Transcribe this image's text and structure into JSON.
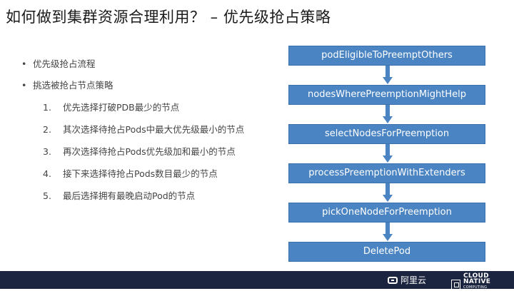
{
  "title": "如何做到集群资源合理利用？ – 优先级抢占策略",
  "bullets": [
    {
      "text": "优先级抢占流程"
    },
    {
      "text": "挑选被抢占节点策略"
    }
  ],
  "strategies": [
    {
      "num": "1.",
      "text": "优先选择打破PDB最少的节点"
    },
    {
      "num": "2.",
      "text": "其次选择待抢占Pods中最大优先级最小的节点"
    },
    {
      "num": "3.",
      "text": "再次选择待抢占Pods优先级加和最小的节点"
    },
    {
      "num": "4.",
      "text": "接下来选择待抢占Pods数目最少的节点"
    },
    {
      "num": "5.",
      "text": "最后选择拥有最晚启动Pod的节点"
    }
  ],
  "flow": {
    "steps": [
      "podEligibleToPreemptOthers",
      "nodesWherePreemptionMightHelp",
      "selectNodesForPreemption",
      "processPreemptionWithExtenders",
      "pickOneNodeForPreemption",
      "DeletePod"
    ],
    "color": "#4a84c2"
  },
  "footer": {
    "alibaba_label": "阿里云",
    "cncf_label": "CLOUD NATIVE",
    "cncf_sublabel": "COMPUTING FOUNDATION",
    "background": "#1c2540"
  }
}
